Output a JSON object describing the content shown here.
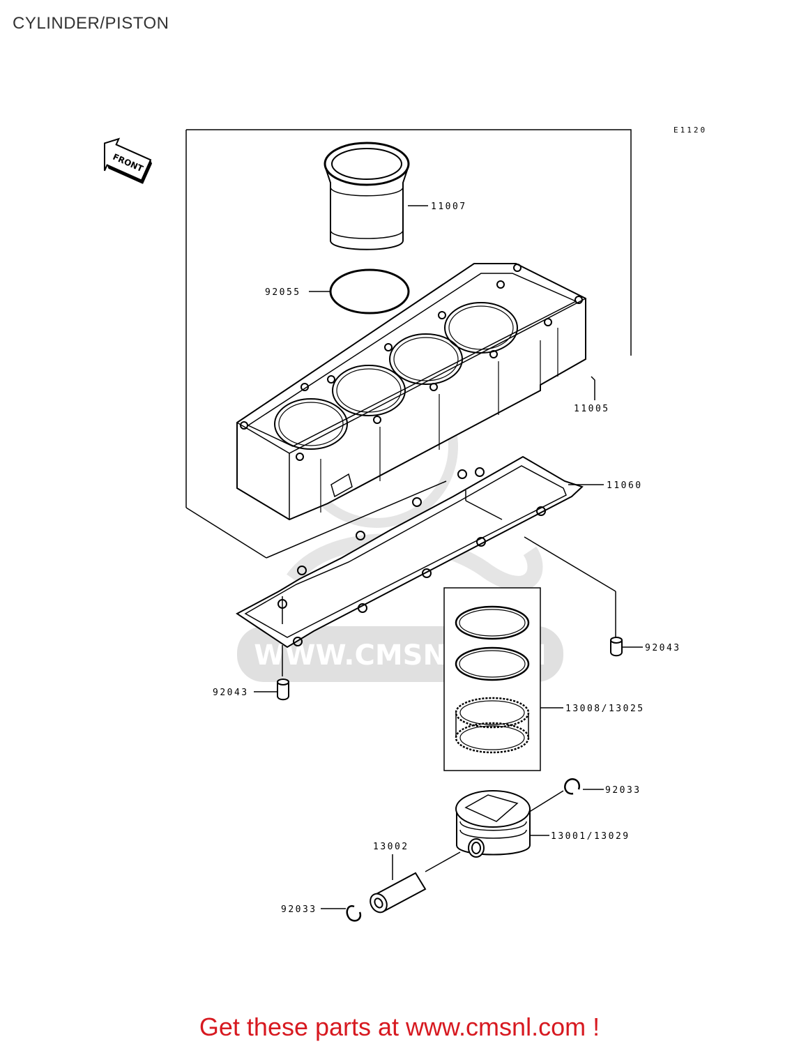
{
  "title": "CYLINDER/PISTON",
  "diagram_code": "E1120",
  "front_marker": "FRONT",
  "watermark": "WWW.CMSNL.COM",
  "parts": {
    "p11007": "11007",
    "p92055": "92055",
    "p11005": "11005",
    "p11060": "11060",
    "p92043_right": "92043",
    "p92043_left": "92043",
    "p13008": "13008/13025",
    "p92033_right": "92033",
    "p13001": "13001/13029",
    "p13002": "13002",
    "p92033_left": "92033"
  },
  "footer": "Get these parts at www.cmsnl.com !",
  "colors": {
    "footer": "#d71920",
    "lines": "#000000",
    "watermark": "#c8c8c8"
  }
}
